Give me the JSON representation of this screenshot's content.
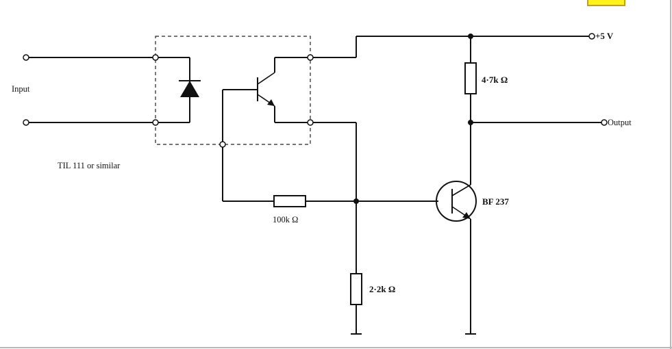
{
  "labels": {
    "input": "Input",
    "supply": "+5 V",
    "output": "Output",
    "optocoupler": "TIL 111 or similar",
    "r_load": "4·7k Ω",
    "r_base": "100k Ω",
    "r_pulldown": "2·2k Ω",
    "transistor": "BF 237"
  },
  "colors": {
    "ink": "#111111",
    "background": "#ffffff",
    "badge": "#fff21a"
  }
}
